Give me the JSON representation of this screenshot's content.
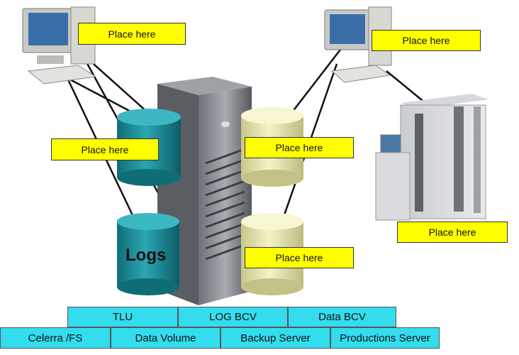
{
  "colors": {
    "label_bg": "#ffff00",
    "segment_bg": "#33ddee",
    "teal_disk": "#1e8f99",
    "cream_disk": "#e8e6a8",
    "connector": "#111111"
  },
  "labels": {
    "workstation_left": "Place here",
    "workstation_right": "Place here",
    "disk_left_top": "Place here",
    "disk_right_top": "Place here",
    "disk_right_bottom": "Place here",
    "library": "Place here"
  },
  "disks": {
    "logs_label": "Logs"
  },
  "icons": [
    "workstation-icon",
    "server-tower-icon",
    "disk-cylinder-icon",
    "tape-library-icon"
  ],
  "bar_top": [
    "TLU",
    "LOG BCV",
    "Data BCV"
  ],
  "bar_bottom": [
    "Celerra /FS",
    "Data Volume",
    "Backup Server",
    "Productions Server"
  ]
}
